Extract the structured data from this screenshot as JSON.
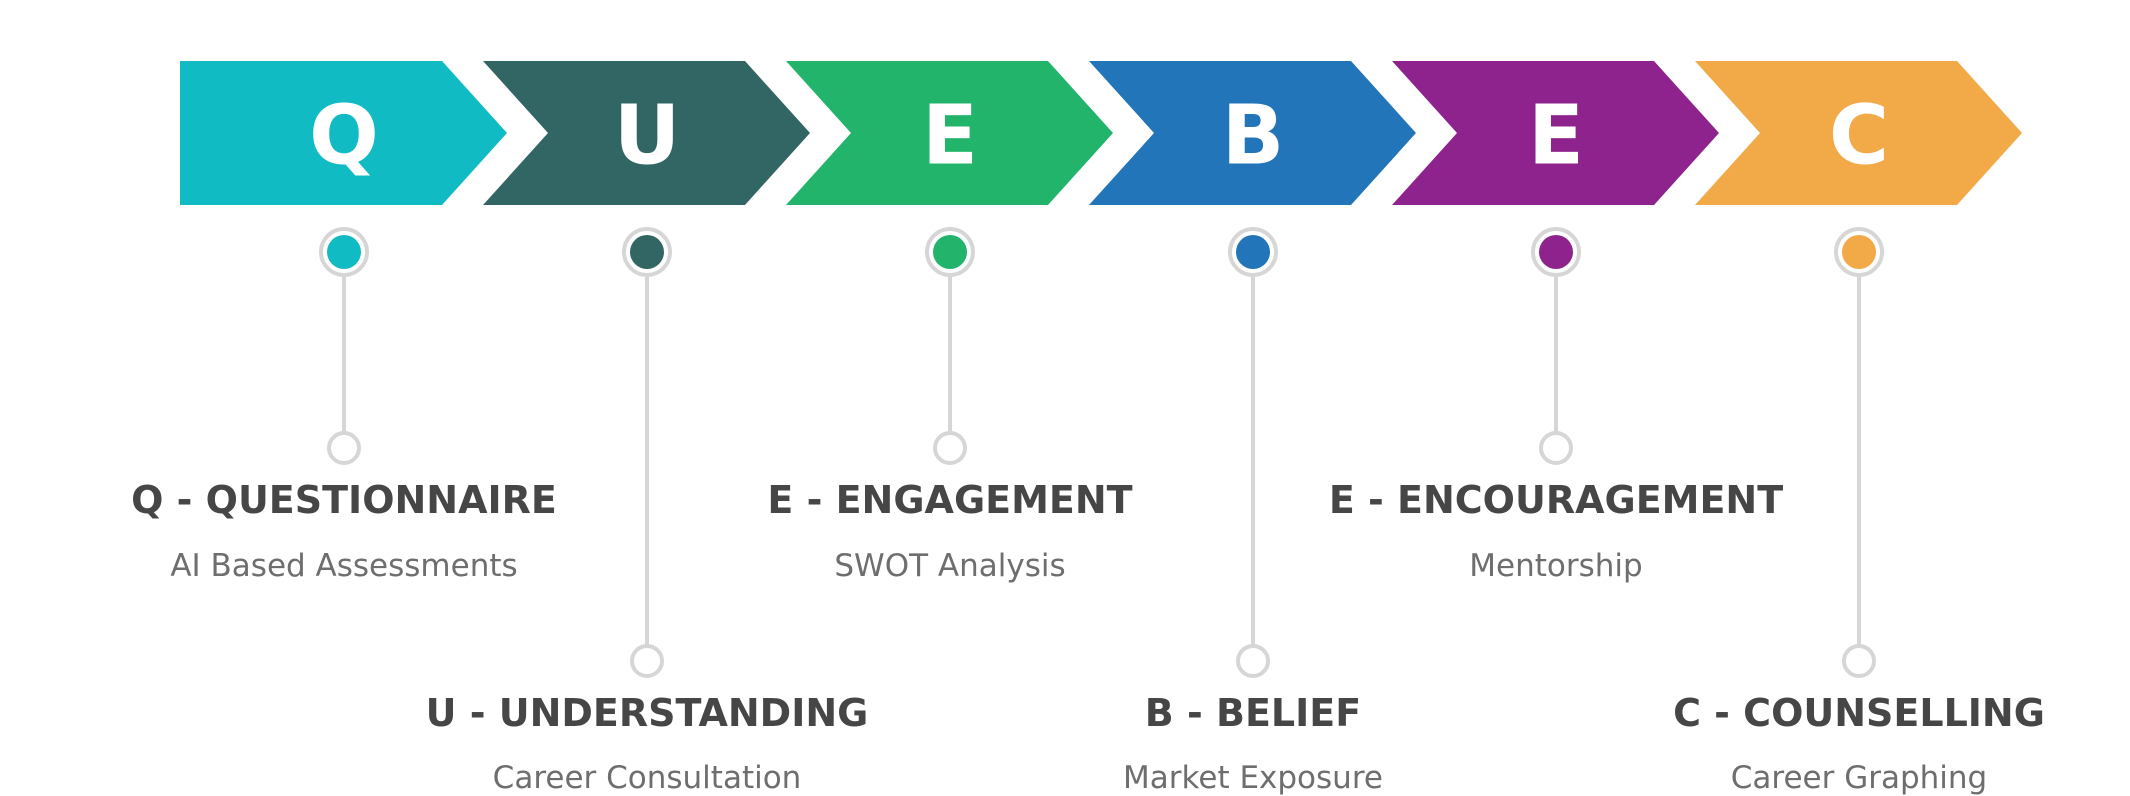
{
  "steps": [
    {
      "letter": "Q",
      "title": "Q - QUESTIONNAIRE",
      "subtitle": "AI Based Assessments",
      "color": "#11bbc4",
      "row": 1
    },
    {
      "letter": "U",
      "title": "U - UNDERSTANDING",
      "subtitle": "Career Consultation",
      "color": "#326664",
      "row": 2
    },
    {
      "letter": "E",
      "title": "E - ENGAGEMENT",
      "subtitle": "SWOT Analysis",
      "color": "#23b46c",
      "row": 1
    },
    {
      "letter": "B",
      "title": "B - BELIEF",
      "subtitle": "Market Exposure",
      "color": "#2275b8",
      "row": 2
    },
    {
      "letter": "E",
      "title": "E - ENCOURAGEMENT",
      "subtitle": "Mentorship",
      "color": "#8f238d",
      "row": 1
    },
    {
      "letter": "C",
      "title": "C - COUNSELLING",
      "subtitle": "Career Graphing",
      "color": "#f2a947",
      "row": 2
    }
  ],
  "colors": {
    "timeline_dash": "#c880c8",
    "connector": "#d6d6d6"
  }
}
